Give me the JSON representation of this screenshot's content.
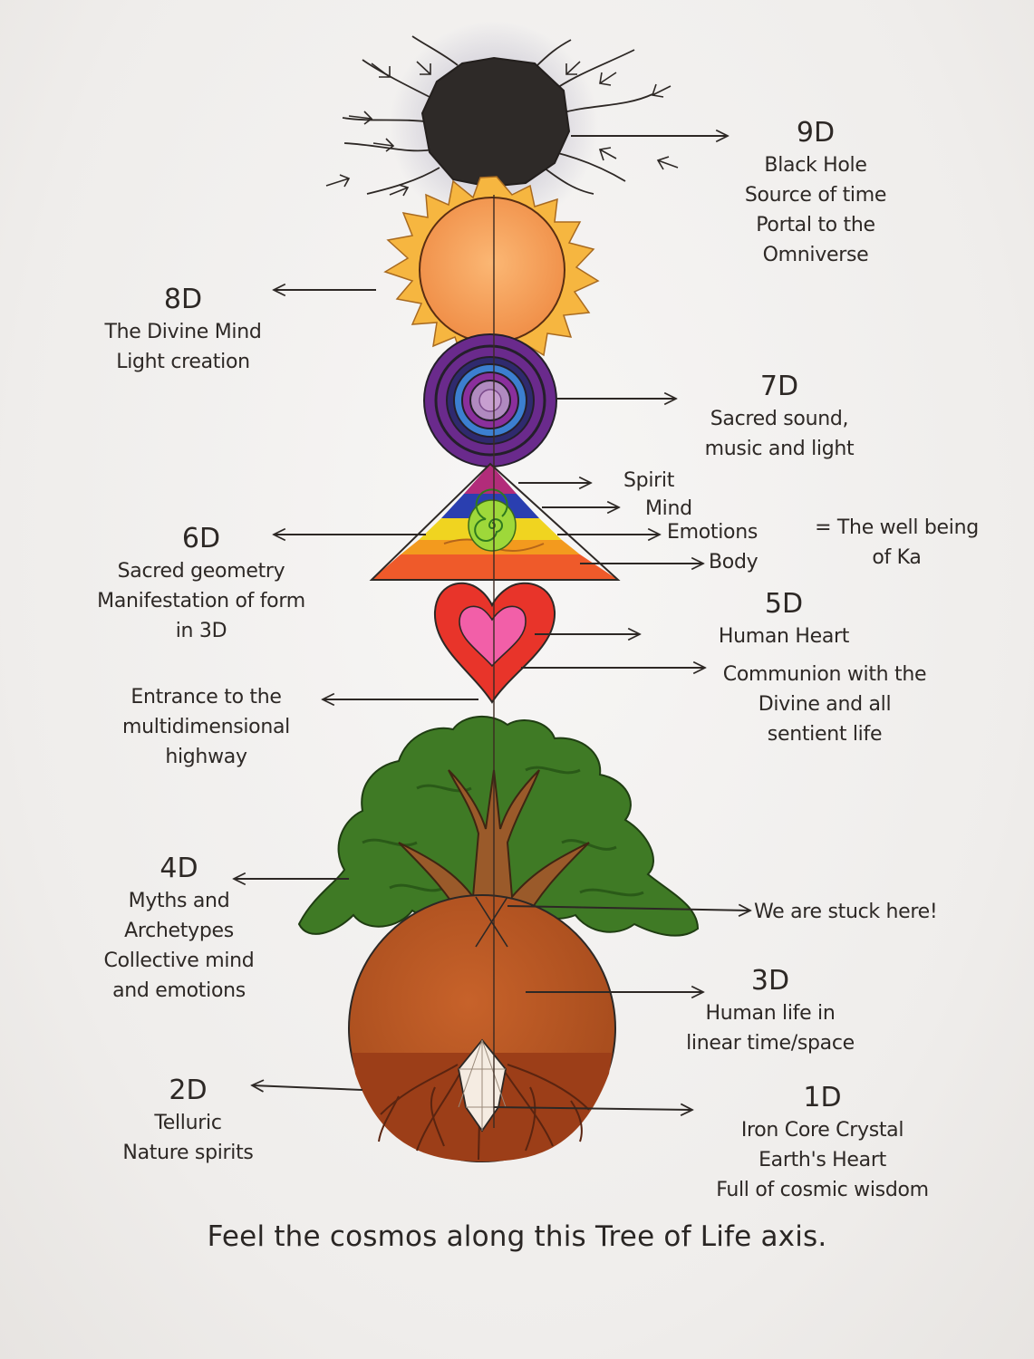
{
  "caption": "Feel the cosmos along this Tree of Life axis.",
  "levels": {
    "d9": {
      "dim": "9D",
      "lines": [
        "Black Hole",
        "Source of time",
        "Portal to the",
        "Omniverse"
      ]
    },
    "d8": {
      "dim": "8D",
      "lines": [
        "The Divine Mind",
        "Light creation"
      ]
    },
    "d7": {
      "dim": "7D",
      "lines": [
        "Sacred sound,",
        "music and light"
      ]
    },
    "d6": {
      "dim": "6D",
      "lines": [
        "Sacred geometry",
        "Manifestation of form",
        "in 3D"
      ]
    },
    "d5": {
      "dim": "5D",
      "lines": [
        "Human Heart"
      ]
    },
    "d4": {
      "dim": "4D",
      "lines": [
        "Myths and",
        "Archetypes",
        "Collective mind",
        "and emotions"
      ]
    },
    "d3": {
      "dim": "3D",
      "lines": [
        "Human life in",
        "linear time/space"
      ]
    },
    "d2": {
      "dim": "2D",
      "lines": [
        "Telluric",
        "Nature spirits"
      ]
    },
    "d1": {
      "dim": "1D",
      "lines": [
        "Iron Core Crystal",
        "Earth's Heart",
        "Full of cosmic wisdom"
      ]
    }
  },
  "ka": {
    "layers": [
      "Spirit",
      "Mind",
      "Emotions",
      "Body"
    ],
    "note_lines": [
      "= The well being",
      "of Ka"
    ]
  },
  "communion_lines": [
    "Communion with the",
    "Divine and all",
    "sentient life"
  ],
  "entrance_lines": [
    "Entrance to the",
    "multidimensional",
    "highway"
  ],
  "stuck": "We are stuck here!",
  "colors": {
    "black_hole": "#2e2a28",
    "sun": "#f6a05a",
    "sun_rays": "#f6b640",
    "violet": "#6a2a8c",
    "heart_outer": "#e8342a",
    "heart_inner": "#f25fa8",
    "tree": "#3f7a25",
    "trunk": "#9a5a2a",
    "earth": "#b5521f",
    "roots": "#8c3a16",
    "pen": "#2d2825"
  }
}
